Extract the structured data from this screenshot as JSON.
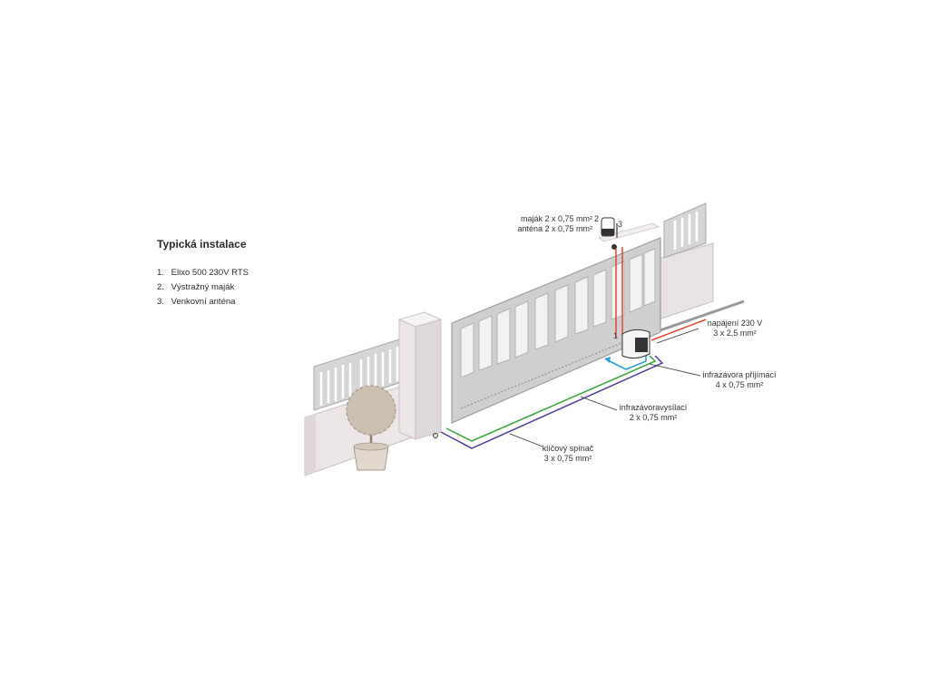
{
  "legend": {
    "title": "Typická instalace",
    "items": [
      {
        "num": "1.",
        "text": "Elixo 500 230V RTS"
      },
      {
        "num": "2.",
        "text": "Výstražný maják"
      },
      {
        "num": "3.",
        "text": "Venkovní anténa"
      }
    ]
  },
  "labels": {
    "beacon_line1": "maják 2 x 0,75 mm²",
    "beacon_line2": "anténa 2 x 0,75 mm²",
    "power_line1": "napájení 230 V",
    "power_line2": "3 x 2,5 mm²",
    "receiver_line1": "infrazávora přijímací",
    "receiver_line2": "4 x 0,75 mm²",
    "transmitter_line1": "infrazávoravysílací",
    "transmitter_line2": "2 x 0,75 mm²",
    "keyswitch_line1": "klíčový spínač",
    "keyswitch_line2": "3 x 0,75 mm²"
  },
  "markers": {
    "motor": "1",
    "beacon": "2",
    "antenna": "3"
  },
  "colors": {
    "power_cable": "#e2442f",
    "receiver_cable": "#2aa0d8",
    "transmitter_cable": "#3aa63a",
    "keyswitch_cable": "#4a3a9a",
    "gate_fill": "#cfcfcf",
    "wall_fill": "#e8e2e2"
  }
}
